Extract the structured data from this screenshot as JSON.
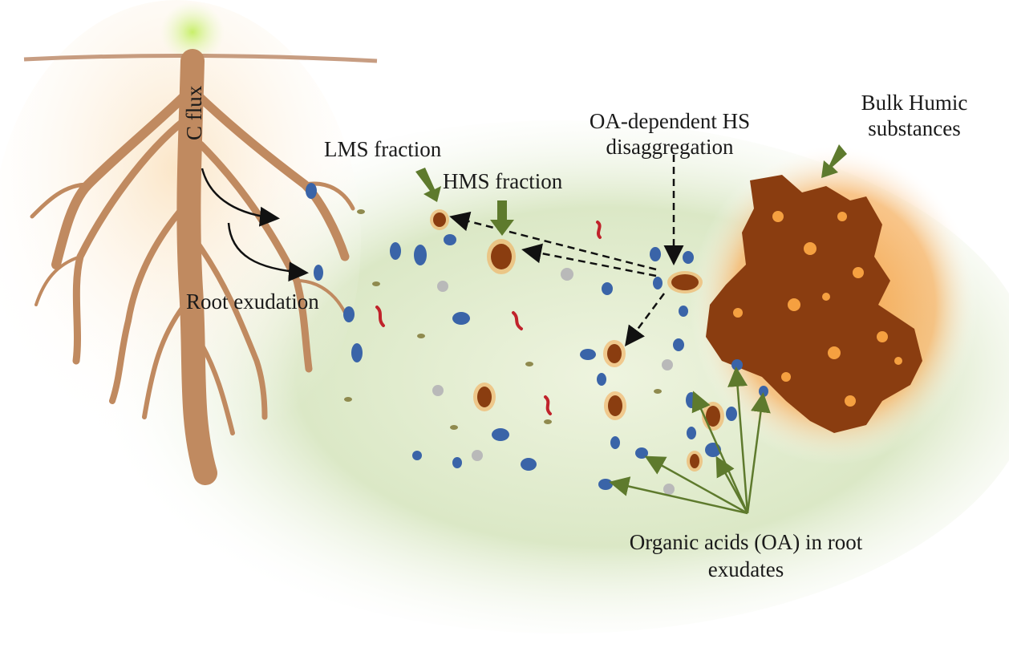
{
  "labels": {
    "c_flux": "C flux",
    "root_exudation": "Root exudation",
    "lms_fraction": "LMS fraction",
    "hms_fraction": "HMS fraction",
    "oa_dependent_line1": "OA-dependent HS",
    "oa_dependent_line2": "disaggregation",
    "bulk_humic_line1": "Bulk Humic",
    "bulk_humic_line2": "substances",
    "organic_acids_line1": "Organic acids (OA) in root",
    "organic_acids_line2": "exudates"
  },
  "colors": {
    "soil_green": "#cfe0b3",
    "root": "#c9956a",
    "root_dark": "#a87046",
    "humic": "#8a3d10",
    "humic_glow": "#f5a040",
    "oa_blue": "#3a64a8",
    "grey_particle": "#b9b9b9",
    "olive_dot": "#8f8a4e",
    "red_worm": "#c0232b",
    "arrow_green": "#5e7a2d",
    "arrow_dark": "#111111"
  }
}
